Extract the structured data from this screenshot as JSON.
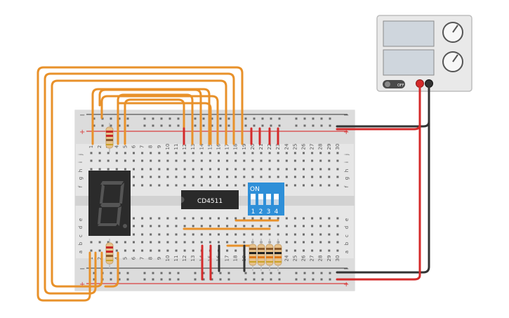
{
  "chip": {
    "label": "CD4511"
  },
  "dip_switch": {
    "on_label": "ON",
    "switch_numbers": [
      "1",
      "2",
      "3",
      "4"
    ]
  },
  "breadboard": {
    "rail_minus": "−",
    "rail_plus": "+",
    "row_letters_top": [
      "j",
      "i",
      "h",
      "g",
      "f"
    ],
    "row_letters_bottom": [
      "e",
      "d",
      "c",
      "b",
      "a"
    ],
    "column_numbers": [
      "1",
      "2",
      "3",
      "4",
      "5",
      "6",
      "7",
      "8",
      "9",
      "10",
      "11",
      "12",
      "13",
      "14",
      "15",
      "16",
      "17",
      "18",
      "19",
      "20",
      "21",
      "22",
      "23",
      "24",
      "25",
      "26",
      "27",
      "28",
      "29",
      "30"
    ]
  },
  "power_supply": {
    "switch_label": "OFF"
  },
  "seven_segment": {
    "digit": "8"
  },
  "colors": {
    "wire_orange": "#e8912a",
    "wire_red": "#d42a2a",
    "wire_black": "#333333",
    "board": "#e6e6e6",
    "chip_body": "#2a2a2a",
    "dip_blue": "#2e8fd8",
    "display_body": "#2b2b2b",
    "segment_off": "#555555",
    "rail_red": "#d84040",
    "rail_dark": "#555555"
  }
}
